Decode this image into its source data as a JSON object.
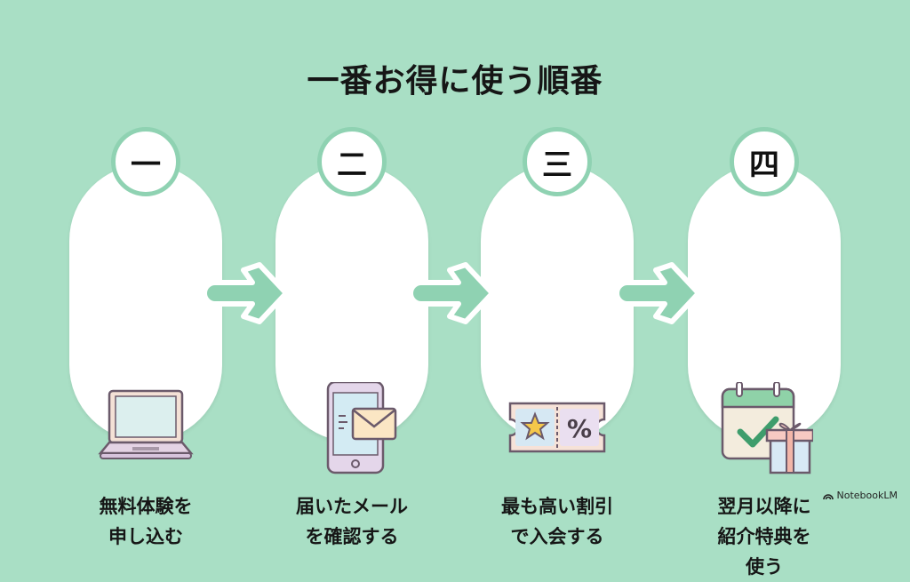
{
  "title": "一番お得に使う順番",
  "steps": [
    {
      "number": "一",
      "icon": "laptop-icon",
      "label_lines": [
        "無料体験を",
        "申し込む"
      ]
    },
    {
      "number": "二",
      "icon": "phone-mail-icon",
      "label_lines": [
        "届いたメール",
        "を確認する"
      ]
    },
    {
      "number": "三",
      "icon": "coupon-ticket-icon",
      "label_lines": [
        "最も高い割引",
        "で入会する"
      ]
    },
    {
      "number": "四",
      "icon": "calendar-gift-icon",
      "label_lines": [
        "翌月以降に",
        "紹介特典を",
        "使う"
      ]
    }
  ],
  "brand": "NotebookLM",
  "colors": {
    "background": "#a9dfc5",
    "accent": "#8fd2b2"
  }
}
